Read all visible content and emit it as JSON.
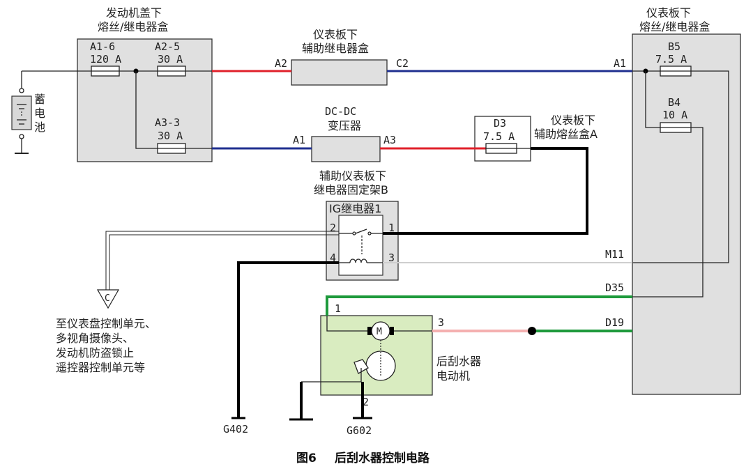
{
  "fuse_box_engine": {
    "title_line1": "发动机盖下",
    "title_line2": "熔丝/继电器盒",
    "fuse_a1_6_id": "A1-6",
    "fuse_a1_6_rating": "120 A",
    "fuse_a2_5_id": "A2-5",
    "fuse_a2_5_rating": "30 A",
    "fuse_a3_3_id": "A3-3",
    "fuse_a3_3_rating": "30 A"
  },
  "battery": {
    "label_1": "蓄",
    "label_2": "电",
    "label_3": "池"
  },
  "aux_relay_box": {
    "title_line1": "仪表板下",
    "title_line2": "辅助继电器盒",
    "pin_in": "A2",
    "pin_out": "C2"
  },
  "dcdc": {
    "title_line1": "DC-DC",
    "title_line2": "变压器",
    "pin_in": "A1",
    "pin_out": "A3"
  },
  "aux_fuse_box_a": {
    "fuse_id": "D3",
    "fuse_rating": "7.5 A",
    "title_line1": "仪表板下",
    "title_line2": "辅助熔丝盒A"
  },
  "relay_bracket": {
    "title_line1": "辅助仪表板下",
    "title_line2": "继电器固定架B",
    "relay_name": "IG继电器1",
    "pin_1": "1",
    "pin_2": "2",
    "pin_3": "3",
    "pin_4": "4"
  },
  "fuse_box_dash": {
    "title_line1": "仪表板下",
    "title_line2": "熔丝/继电器盒",
    "fuse_b5_id": "B5",
    "fuse_b5_rating": "7.5 A",
    "fuse_b4_id": "B4",
    "fuse_b4_rating": "10 A",
    "pin_a1": "A1",
    "pin_m11": "M11",
    "pin_d35": "D35",
    "pin_d19": "D19"
  },
  "connector_c": {
    "symbol": "C",
    "note_line1": "至仪表盘控制单元、",
    "note_line2": "多视角摄像头、",
    "note_line3": "发动机防盗锁止",
    "note_line4": "遥控器控制单元等"
  },
  "wiper_motor": {
    "title_line1": "后刮水器",
    "title_line2": "电动机",
    "pin_1": "1",
    "pin_2": "2",
    "pin_3": "3"
  },
  "grounds": {
    "g402": "G402",
    "g602": "G602"
  },
  "caption": {
    "figure": "图6",
    "title": "后刮水器控制电路"
  },
  "wire_colors": {
    "red": "#e0202a",
    "blue": "#1f2f8f",
    "black": "#000000",
    "green": "#1e9a3c",
    "pink": "#f4b0b0",
    "light_gray": "#cfcfcf"
  }
}
